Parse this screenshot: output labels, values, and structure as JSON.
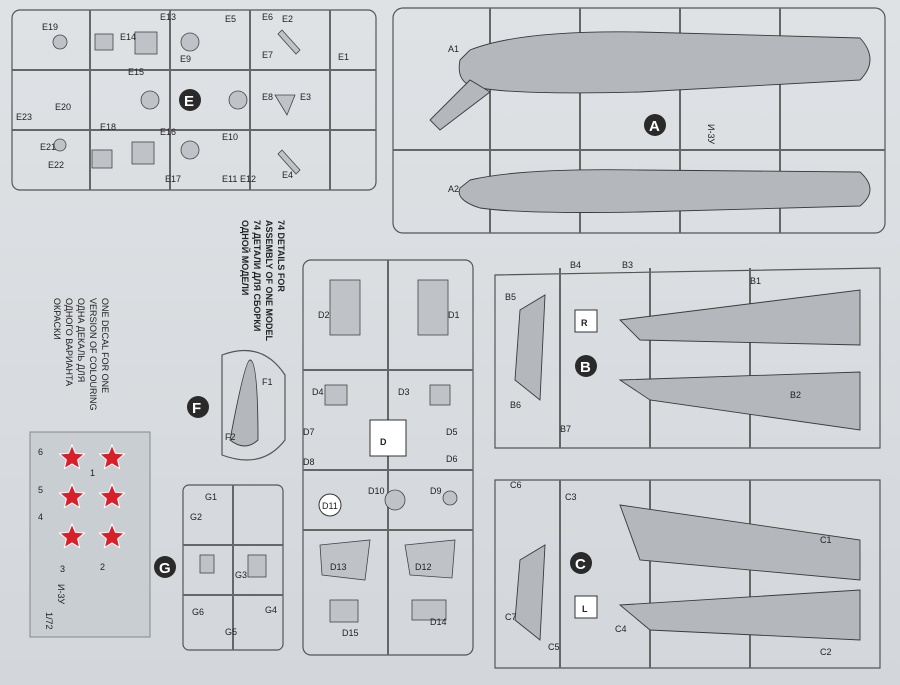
{
  "sprues": {
    "A": {
      "letter": "A",
      "parts": [
        "A1",
        "A2"
      ],
      "fuselage_text": "И-3У"
    },
    "B": {
      "letter": "B",
      "side": "R",
      "parts": [
        "B1",
        "B2",
        "B3",
        "B4",
        "B5",
        "B6",
        "B7"
      ]
    },
    "C": {
      "letter": "C",
      "side": "L",
      "parts": [
        "C1",
        "C2",
        "C3",
        "C4",
        "C5",
        "C6",
        "C7"
      ]
    },
    "D": {
      "letter": "D",
      "parts": [
        "D1",
        "D2",
        "D3",
        "D4",
        "D5",
        "D6",
        "D7",
        "D8",
        "D9",
        "D10",
        "D11",
        "D12",
        "D13",
        "D14",
        "D15"
      ]
    },
    "E": {
      "letter": "E",
      "parts": [
        "E1",
        "E2",
        "E3",
        "E4",
        "E5",
        "E6",
        "E7",
        "E8",
        "E9",
        "E10",
        "E11",
        "E12",
        "E13",
        "E14",
        "E15",
        "E16",
        "E17",
        "E18",
        "E19",
        "E20",
        "E21",
        "E22",
        "E23"
      ]
    },
    "F": {
      "letter": "F",
      "parts": [
        "F1",
        "F2"
      ]
    },
    "G": {
      "letter": "G",
      "parts": [
        "G1",
        "G2",
        "G3",
        "G4",
        "G5",
        "G6"
      ]
    }
  },
  "notes": {
    "details": [
      "74 DETAILS FOR",
      "ASSEMBLY OF ONE MODEL",
      "74 ДЕТАЛИ ДЛЯ СБОРКИ",
      "ОДНОЙ МОДЕЛИ"
    ],
    "decal": [
      "ONE DECAL FOR ONE",
      "VERSION OF COLOURING",
      "ОДНА ДЕКАЛЬ ДЛЯ",
      "ОДНОГО ВАРИАНТА",
      "ОКРАСКИ"
    ]
  },
  "decal": {
    "numbers": [
      "1",
      "2",
      "3",
      "4",
      "5",
      "6"
    ],
    "scale": "1/72",
    "name": "И-3У"
  },
  "colors": {
    "star_red": "#d8202a",
    "sheet": "#dde0e3",
    "part": "#bfc3c7",
    "letter_disc": "#2a2a2a"
  }
}
